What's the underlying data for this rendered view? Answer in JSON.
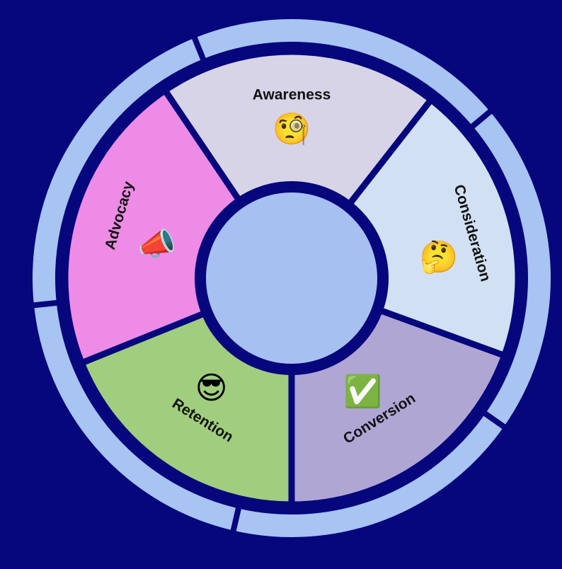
{
  "diagram": {
    "colors": {
      "background": "#06067d",
      "outer_ring": "#a7c4f2",
      "hub": "#a6c0f2",
      "border": "#06067d"
    },
    "segments": [
      {
        "label": "Awareness",
        "icon": "🧐",
        "icon_name": "face-with-monocle-icon",
        "color": "#d8d4e8"
      },
      {
        "label": "Consideration",
        "icon": "🤔",
        "icon_name": "thinking-face-icon",
        "color": "#d2e0f3"
      },
      {
        "label": "Conversion",
        "icon": "✅",
        "icon_name": "check-mark-icon",
        "color": "#b0a6d4"
      },
      {
        "label": "Retention",
        "icon": "😎",
        "icon_name": "sunglasses-face-icon",
        "color": "#a0ce7e"
      },
      {
        "label": "Advocacy",
        "icon": "📣",
        "icon_name": "megaphone-icon",
        "color": "#ee8be6"
      }
    ]
  }
}
